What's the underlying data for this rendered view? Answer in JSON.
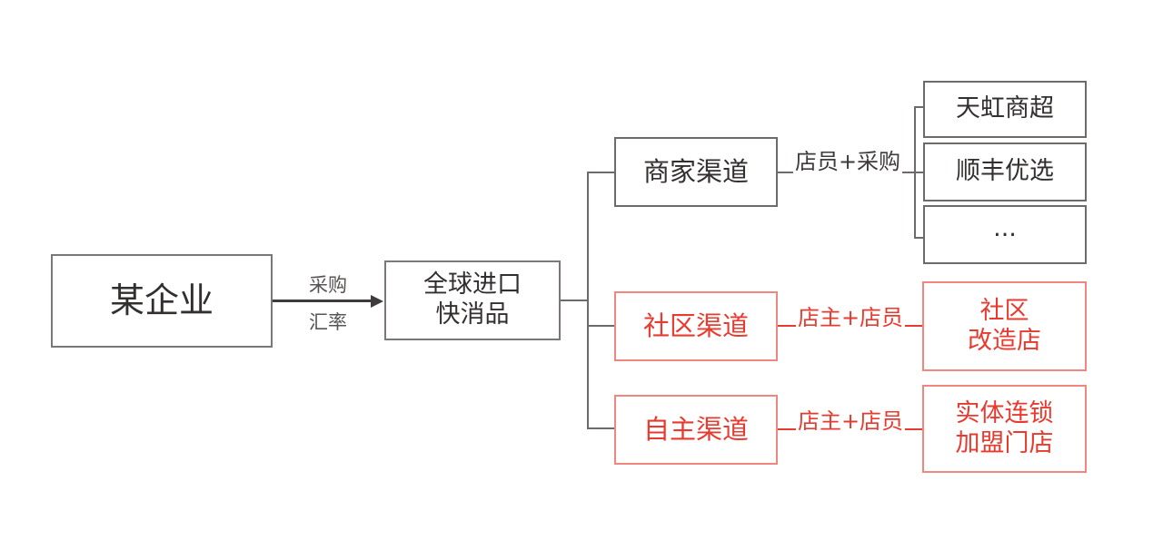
{
  "diagram": {
    "title": "enterprise-import-fmcg-channel-flowchart",
    "colors": {
      "dark_text": "#332f2e",
      "gray_border": "#7c7777",
      "dark_border": "#6e6a69",
      "gray_line": "#6e6a69",
      "arrow_black": "#3f3b3a",
      "red_text": "#e83a2f",
      "red_border": "#f0867d"
    },
    "nodes": {
      "company": {
        "label": "某企业"
      },
      "product": {
        "label": "全球进口\n快消品"
      },
      "merchant_channel": {
        "label": "商家渠道"
      },
      "community_channel": {
        "label": "社区渠道"
      },
      "self_channel": {
        "label": "自主渠道"
      },
      "tianhong": {
        "label": "天虹商超"
      },
      "sf_best": {
        "label": "顺丰优选"
      },
      "more": {
        "label": "..."
      },
      "community_store": {
        "label": "社区\n改造店"
      },
      "chain_store": {
        "label": "实体连锁\n加盟门店"
      }
    },
    "edge_labels": {
      "purchase": "采购",
      "exchange_rate": "汇率",
      "clerk_plus_purchase": "店员+采购",
      "owner_plus_clerk_community": "店主+店员",
      "owner_plus_clerk_self": "店主+店员"
    }
  }
}
